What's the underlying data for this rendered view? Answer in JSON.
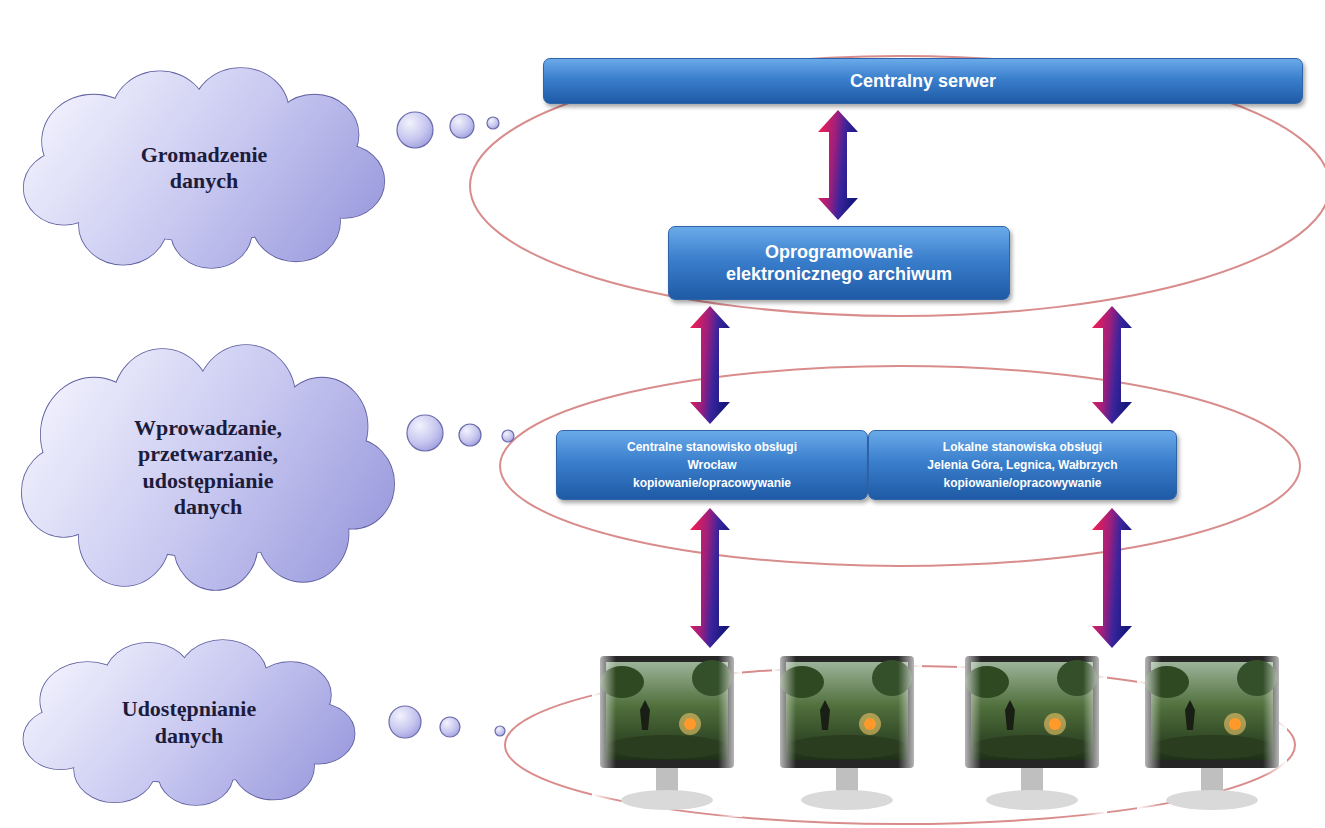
{
  "diagram": {
    "nodes": [
      {
        "text": [
          "Gromadzenie danych"
        ]
      },
      {
        "text": [
          "Centralny serwer"
        ]
      },
      {
        "text": [
          "Oprogramowanie elektronicznego archiwum"
        ]
      },
      {
        "text": [
          "Wprowadzanie, przetwarzanie, udostępnianie danych"
        ]
      },
      {
        "text": [
          "Centralne stanowisko obsługi",
          "Wrocław",
          "kopiowanie/opracowywanie"
        ]
      },
      {
        "text": [
          "Lokalne stanowiska obsługi",
          "Jelenia Góra, Legnica, Wałbrzych",
          "kopiowanie/opracowywanie"
        ]
      },
      {
        "text": [
          "Udostępnianie danych"
        ]
      }
    ],
    "edges": [
      {
        "from": 1,
        "to": 2,
        "arrow": "both"
      },
      {
        "from": 2,
        "to": 4,
        "arrow": "both"
      },
      {
        "from": 2,
        "to": 5,
        "arrow": "both"
      }
    ]
  }
}
